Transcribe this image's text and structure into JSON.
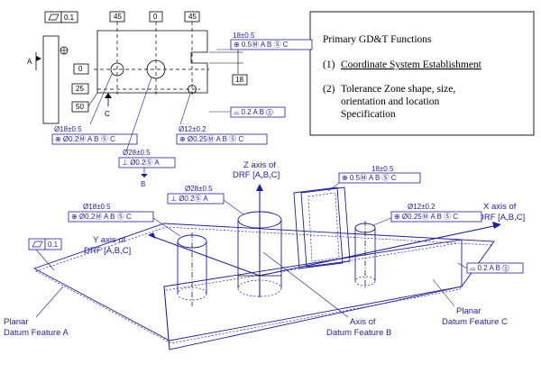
{
  "info_box": {
    "title": "Primary GD&T Functions",
    "item1_num": "(1)",
    "item1_text": "Coordinate System Establishment",
    "item2_num": "(2)",
    "item2_line1": "Tolerance Zone  shape, size,",
    "item2_line2": "orientation and location",
    "item2_line3": "Specification"
  },
  "drawing": {
    "flatness_value": "0.1",
    "datum_a": "A",
    "datum_b": "B",
    "datum_c": "C",
    "basic_45_left": "45",
    "basic_0_top": "0",
    "basic_45_right": "45",
    "basic_0_left": "0",
    "basic_25": "25",
    "basic_50": "50",
    "basic_18": "18",
    "slot_size": "18±0.5",
    "slot_fcf": "⊕ 0.5Ⓜ A B Ⓢ C",
    "hole18_size": "Ø18±0.5",
    "hole18_fcf": "⊕ Ø0.2Ⓜ A B Ⓢ C",
    "hole28_size": "Ø28±0.5",
    "hole28_fcf": "⊥ Ø0.2Ⓢ A",
    "hole12_size": "Ø12±0.2",
    "hole12_fcf": "⊕ Ø0.25Ⓜ A B Ⓢ C",
    "profile_fcf": "⌓ 0.2 A B Ⓢ"
  },
  "iso": {
    "z_axis_line1": "Z axis of",
    "z_axis_line2": "DRF [A,B,C]",
    "x_axis_line1": "X axis of",
    "x_axis_line2": "DRF [A,B,C]",
    "y_axis_line1": "Y axis of",
    "y_axis_line2": "DRF [A,B,C]",
    "slot_size": "18±0.5",
    "slot_fcf": "⊕ 0.5Ⓜ A B Ⓢ C",
    "hole18_size": "Ø18±0.5",
    "hole18_fcf": "⊕ Ø0.2Ⓜ A B Ⓢ C",
    "hole28_size": "Ø28±0.5",
    "hole28_fcf": "⊥ Ø0.2Ⓢ A",
    "hole12_size": "Ø12±0.2",
    "hole12_fcf": "⊕ Ø0.25Ⓜ A B Ⓢ C",
    "flatness_value": "0.1",
    "profile_fcf": "⌓ 0.2 A B Ⓢ",
    "planar_a_line1": "Planar",
    "planar_a_line2": "Datum Feature A",
    "axis_b_line1": "Axis of",
    "axis_b_line2": "Datum Feature B",
    "planar_c_line1": "Planar",
    "planar_c_line2": "Datum Feature C"
  },
  "colors": {
    "ink": "#1e1ea0",
    "line": "#000000"
  }
}
